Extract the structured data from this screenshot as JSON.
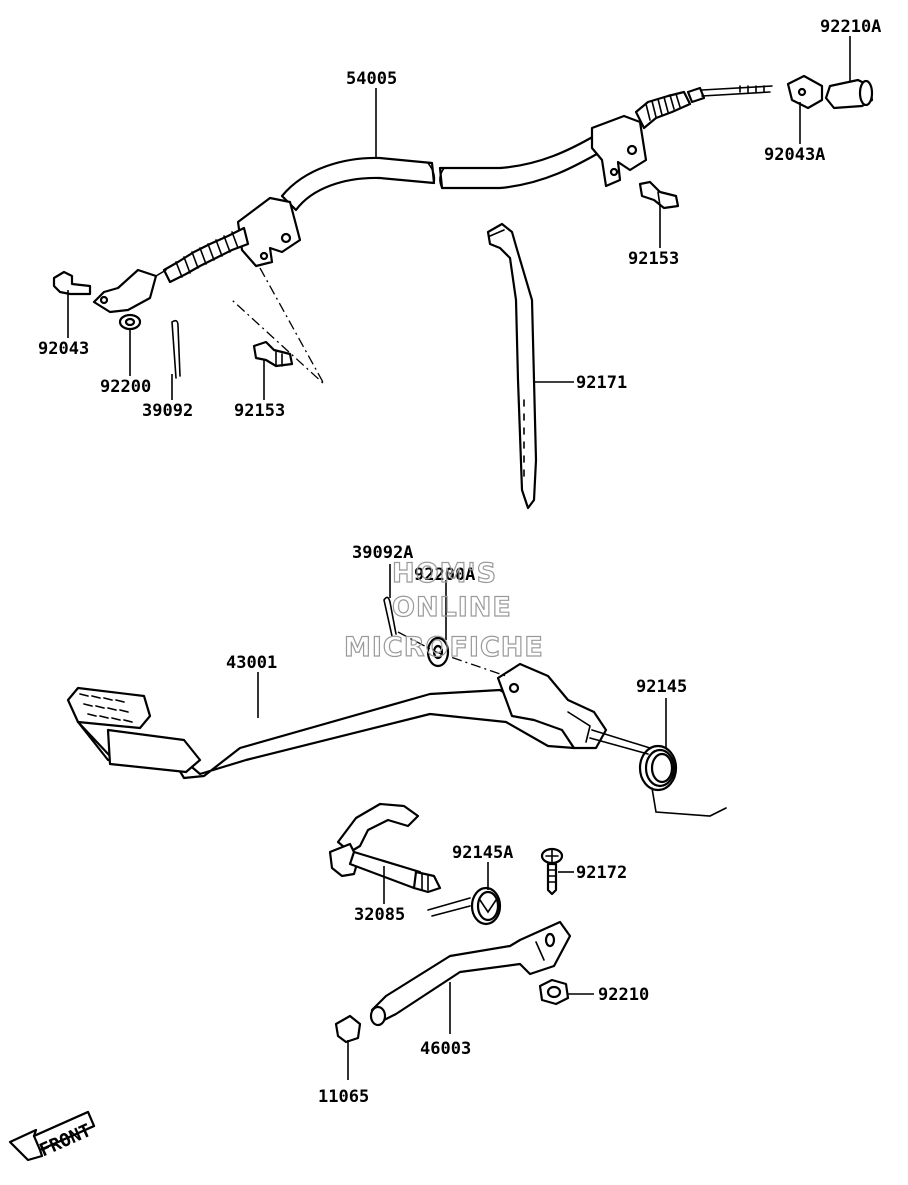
{
  "labels": {
    "p54005": "54005",
    "p92210A": "92210A",
    "p92043A": "92043A",
    "p92153_top": "92153",
    "p92043": "92043",
    "p92200": "92200",
    "p39092": "39092",
    "p92153_left": "92153",
    "p92171": "92171",
    "p39092A": "39092A",
    "p92200A": "92200A",
    "p43001": "43001",
    "p92145": "92145",
    "p92145A": "92145A",
    "p92172": "92172",
    "p32085": "32085",
    "p92210": "92210",
    "p46003": "46003",
    "p11065": "11065"
  },
  "watermark": {
    "line1": "HOM'S",
    "line2": "ONLINE",
    "line3": "MICROFICHE"
  },
  "front_marker": {
    "text": "FRONT"
  },
  "icons": {
    "front_arrow": "front-arrow-icon"
  }
}
